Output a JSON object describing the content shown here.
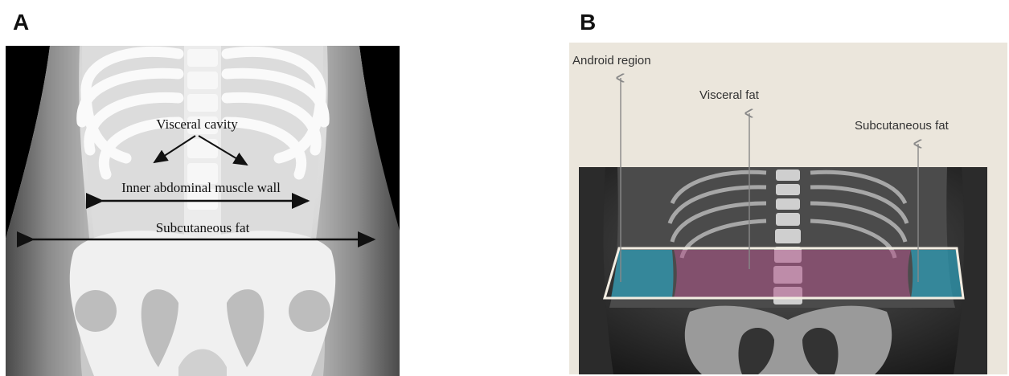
{
  "panel_a": {
    "letter": "A",
    "labels": {
      "visceral_cavity": "Visceral cavity",
      "inner_wall": "Inner abdominal muscle wall",
      "subcutaneous_fat": "Subcutaneous fat"
    }
  },
  "panel_b": {
    "letter": "B",
    "labels": {
      "android_region": "Android region",
      "visceral_fat": "Visceral fat",
      "subcutaneous_fat": "Subcutaneous fat"
    },
    "colors": {
      "visceral_overlay": "#b0558a",
      "subcutaneous_overlay": "#2e9bb4",
      "background": "#ebe6dc"
    }
  }
}
